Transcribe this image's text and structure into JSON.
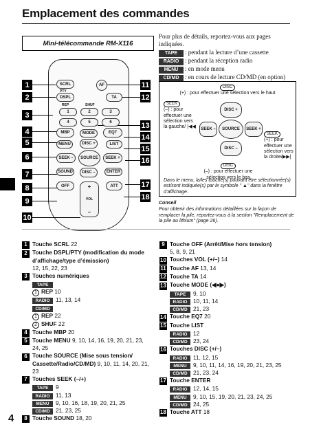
{
  "page": {
    "title": "Emplacement des commandes",
    "page_number": "4"
  },
  "remote": {
    "label": "Mini-télécommande RM-X116",
    "buttons": {
      "scrl": "SCRL",
      "pty": "PTY",
      "dspl": "DSPL",
      "af": "AF",
      "ta": "TA",
      "rep": "REP",
      "shuf": "SHUF",
      "n1": "1",
      "n2": "2",
      "n3": "3",
      "n4": "4",
      "n5": "5",
      "n6": "6",
      "mbp": "MBP",
      "mode": "MODE",
      "eq7": "EQ7",
      "menu": "MENU",
      "disc_plus": "DISC +",
      "list": "LIST",
      "seek_minus": "SEEK –",
      "source": "SOURCE",
      "seek_plus": "SEEK +",
      "sound": "SOUND",
      "disc_minus": "DISC –",
      "enter": "ENTER",
      "off": "OFF",
      "vol": "VOL",
      "att": "ATT"
    },
    "callouts_left": [
      "1",
      "2",
      "3",
      "4",
      "5",
      "6",
      "7",
      "8",
      "9",
      "10"
    ],
    "callouts_right": [
      "11",
      "12",
      "13",
      "14",
      "15",
      "16",
      "17",
      "18"
    ]
  },
  "intro": {
    "lead": "Pour plus de détails, reportez-vous aux pages indiquées.",
    "items": [
      {
        "tag": "TAPE",
        "text": ": pendant la lecture d’une cassette"
      },
      {
        "tag": "RADIO",
        "text": ": pendant la réception radio"
      },
      {
        "tag": "MENU",
        "text": ": en mode menu"
      },
      {
        "tag": "CD/MD",
        "text": ": en cours de lecture CD/MD (en option)"
      }
    ]
  },
  "diagram": {
    "disc_top_tag": "DISC",
    "disc_top_text": "(+) : pour effectuer une sélection vers le haut",
    "seek_left_tag": "SEEK",
    "seek_left_text": "(–) : pour effectuer une sélection vers la gauche/ |◀◀",
    "seek_right_tag": "SEEK",
    "seek_right_text": "(+) : pour effectuer une sélection vers la droite/▶▶|",
    "disc_bottom_tag": "DISC",
    "disc_bottom_text": "(–) : pour effectuer une sélection vers le bas",
    "note": "Dans le menu, la/les touche(s) pouvant être sélectionnée(s) est/sont indiquée(s) par le symbole \" ▲\" dans la fenêtre d’affichage.",
    "source": "SOURCE",
    "disc_plus": "DISC +",
    "disc_minus": "DISC –",
    "seek_minus": "SEEK –",
    "seek_plus": "SEEK +"
  },
  "conseil": {
    "heading": "Conseil",
    "text": "Pour obtenir des informations détaillées sur la façon de remplacer la pile, reportez-vous à la section \"Remplacement de la pile au lithium\" (page 26)."
  },
  "left_list": [
    {
      "n": "1",
      "title": "Touche SCRL",
      "pages": "22"
    },
    {
      "n": "2",
      "title": "Touche DSPL/PTY (modification du mode d’affichage/type d’émission)",
      "pages": "12, 15, 22, 23"
    },
    {
      "n": "3",
      "title": "Touches numériques"
    },
    {
      "n": "4",
      "title": "Touche MBP",
      "pages": "20"
    },
    {
      "n": "5",
      "title": "Touche MENU",
      "pages": "9, 10, 14, 16, 19, 20, 21, 23, 24, 25"
    },
    {
      "n": "6",
      "title": "Touche SOURCE (Mise sous tension/ Cassette/Radio/CD/MD)",
      "pages": "9, 10, 11, 14, 20, 21, 23"
    },
    {
      "n": "7",
      "title": "Touches SEEK (–/+)"
    },
    {
      "n": "8",
      "title": "Touche SOUND",
      "pages": "18, 20"
    }
  ],
  "numeric_sub": {
    "tape_tag": "TAPE",
    "tape_c1": "1",
    "tape_rep": "REP",
    "tape_rep_pages": "10",
    "radio_tag": "RADIO",
    "radio_pages": "11, 13, 14",
    "cdmd_tag": "CD/MD",
    "cdmd_c1": "1",
    "cdmd_rep": "REP",
    "cdmd_rep_pages": "22",
    "cdmd_c2": "2",
    "cdmd_shuf": "SHUF",
    "cdmd_shuf_pages": "22"
  },
  "seek_sub": [
    {
      "tag": "TAPE",
      "pages": "9"
    },
    {
      "tag": "RADIO",
      "pages": "11, 13"
    },
    {
      "tag": "MENU",
      "pages": "9, 10, 16, 18, 19, 20, 21, 25"
    },
    {
      "tag": "CD/MD",
      "pages": "21, 23, 25"
    }
  ],
  "right_list": [
    {
      "n": "9",
      "title": "Touche OFF (Arrêt/Mise hors tension)",
      "pages": "5, 8, 9, 21"
    },
    {
      "n": "10",
      "title": "Touches VOL (+/–)",
      "pages": "14"
    },
    {
      "n": "11",
      "title": "Touche AF",
      "pages": "13, 14"
    },
    {
      "n": "12",
      "title": "Touche TA",
      "pages": "14"
    },
    {
      "n": "13",
      "title": "Touche MODE (◀●▶)"
    },
    {
      "n": "14",
      "title": "Touche EQ7",
      "pages": "20"
    },
    {
      "n": "15",
      "title": "Touche LIST"
    },
    {
      "n": "16",
      "title": "Touches DISC (+/–)"
    },
    {
      "n": "17",
      "title": "Touche ENTER"
    },
    {
      "n": "18",
      "title": "Touche ATT",
      "pages": "18"
    }
  ],
  "mode_sub": [
    {
      "tag": "TAPE",
      "pages": "9, 10"
    },
    {
      "tag": "RADIO",
      "pages": "10, 11, 14"
    },
    {
      "tag": "CD/MD",
      "pages": "21, 23"
    }
  ],
  "list_sub": [
    {
      "tag": "RADIO",
      "pages": "12"
    },
    {
      "tag": "CD/MD",
      "pages": "23, 24"
    }
  ],
  "disc_sub": [
    {
      "tag": "RADIO",
      "pages": "11, 12, 15"
    },
    {
      "tag": "MENU",
      "pages": "9, 10, 11, 14, 16, 19, 20, 21, 23, 25"
    },
    {
      "tag": "CD/MD",
      "pages": "21, 23, 24"
    }
  ],
  "enter_sub": [
    {
      "tag": "RADIO",
      "pages": "12, 14, 15"
    },
    {
      "tag": "MENU",
      "pages": "9, 10, 15, 19, 20, 21, 23, 24, 25"
    },
    {
      "tag": "CD/MD",
      "pages": "24, 25"
    }
  ]
}
